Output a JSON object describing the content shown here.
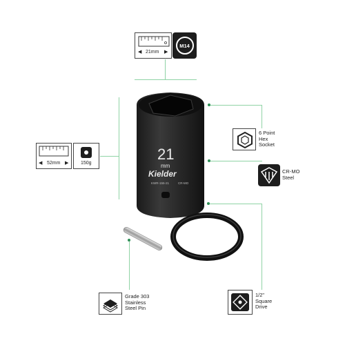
{
  "callouts": {
    "length_label": "21mm",
    "size_badge": "M14",
    "height_label": "52mm",
    "weight_label": "150g",
    "hex_lines": [
      "6 Point",
      "Hex",
      "Socket"
    ],
    "material_lines": [
      "CR-MO",
      "Steel"
    ],
    "drive_lines": [
      "1/2\"",
      "Square",
      "Drive"
    ],
    "pin_lines": [
      "Grade 303",
      "Stainless",
      "Steel Pin"
    ]
  },
  "product": {
    "size_number": "21",
    "size_unit": "mm",
    "brand": "Kielder",
    "part_code": "KWR-155-21",
    "material_mark": "CR-MO"
  },
  "colors": {
    "guide_line": "#8fd3a5",
    "dot": "#2f8f57",
    "icon_bg": "#1d1d1d",
    "socket": "#262626"
  }
}
